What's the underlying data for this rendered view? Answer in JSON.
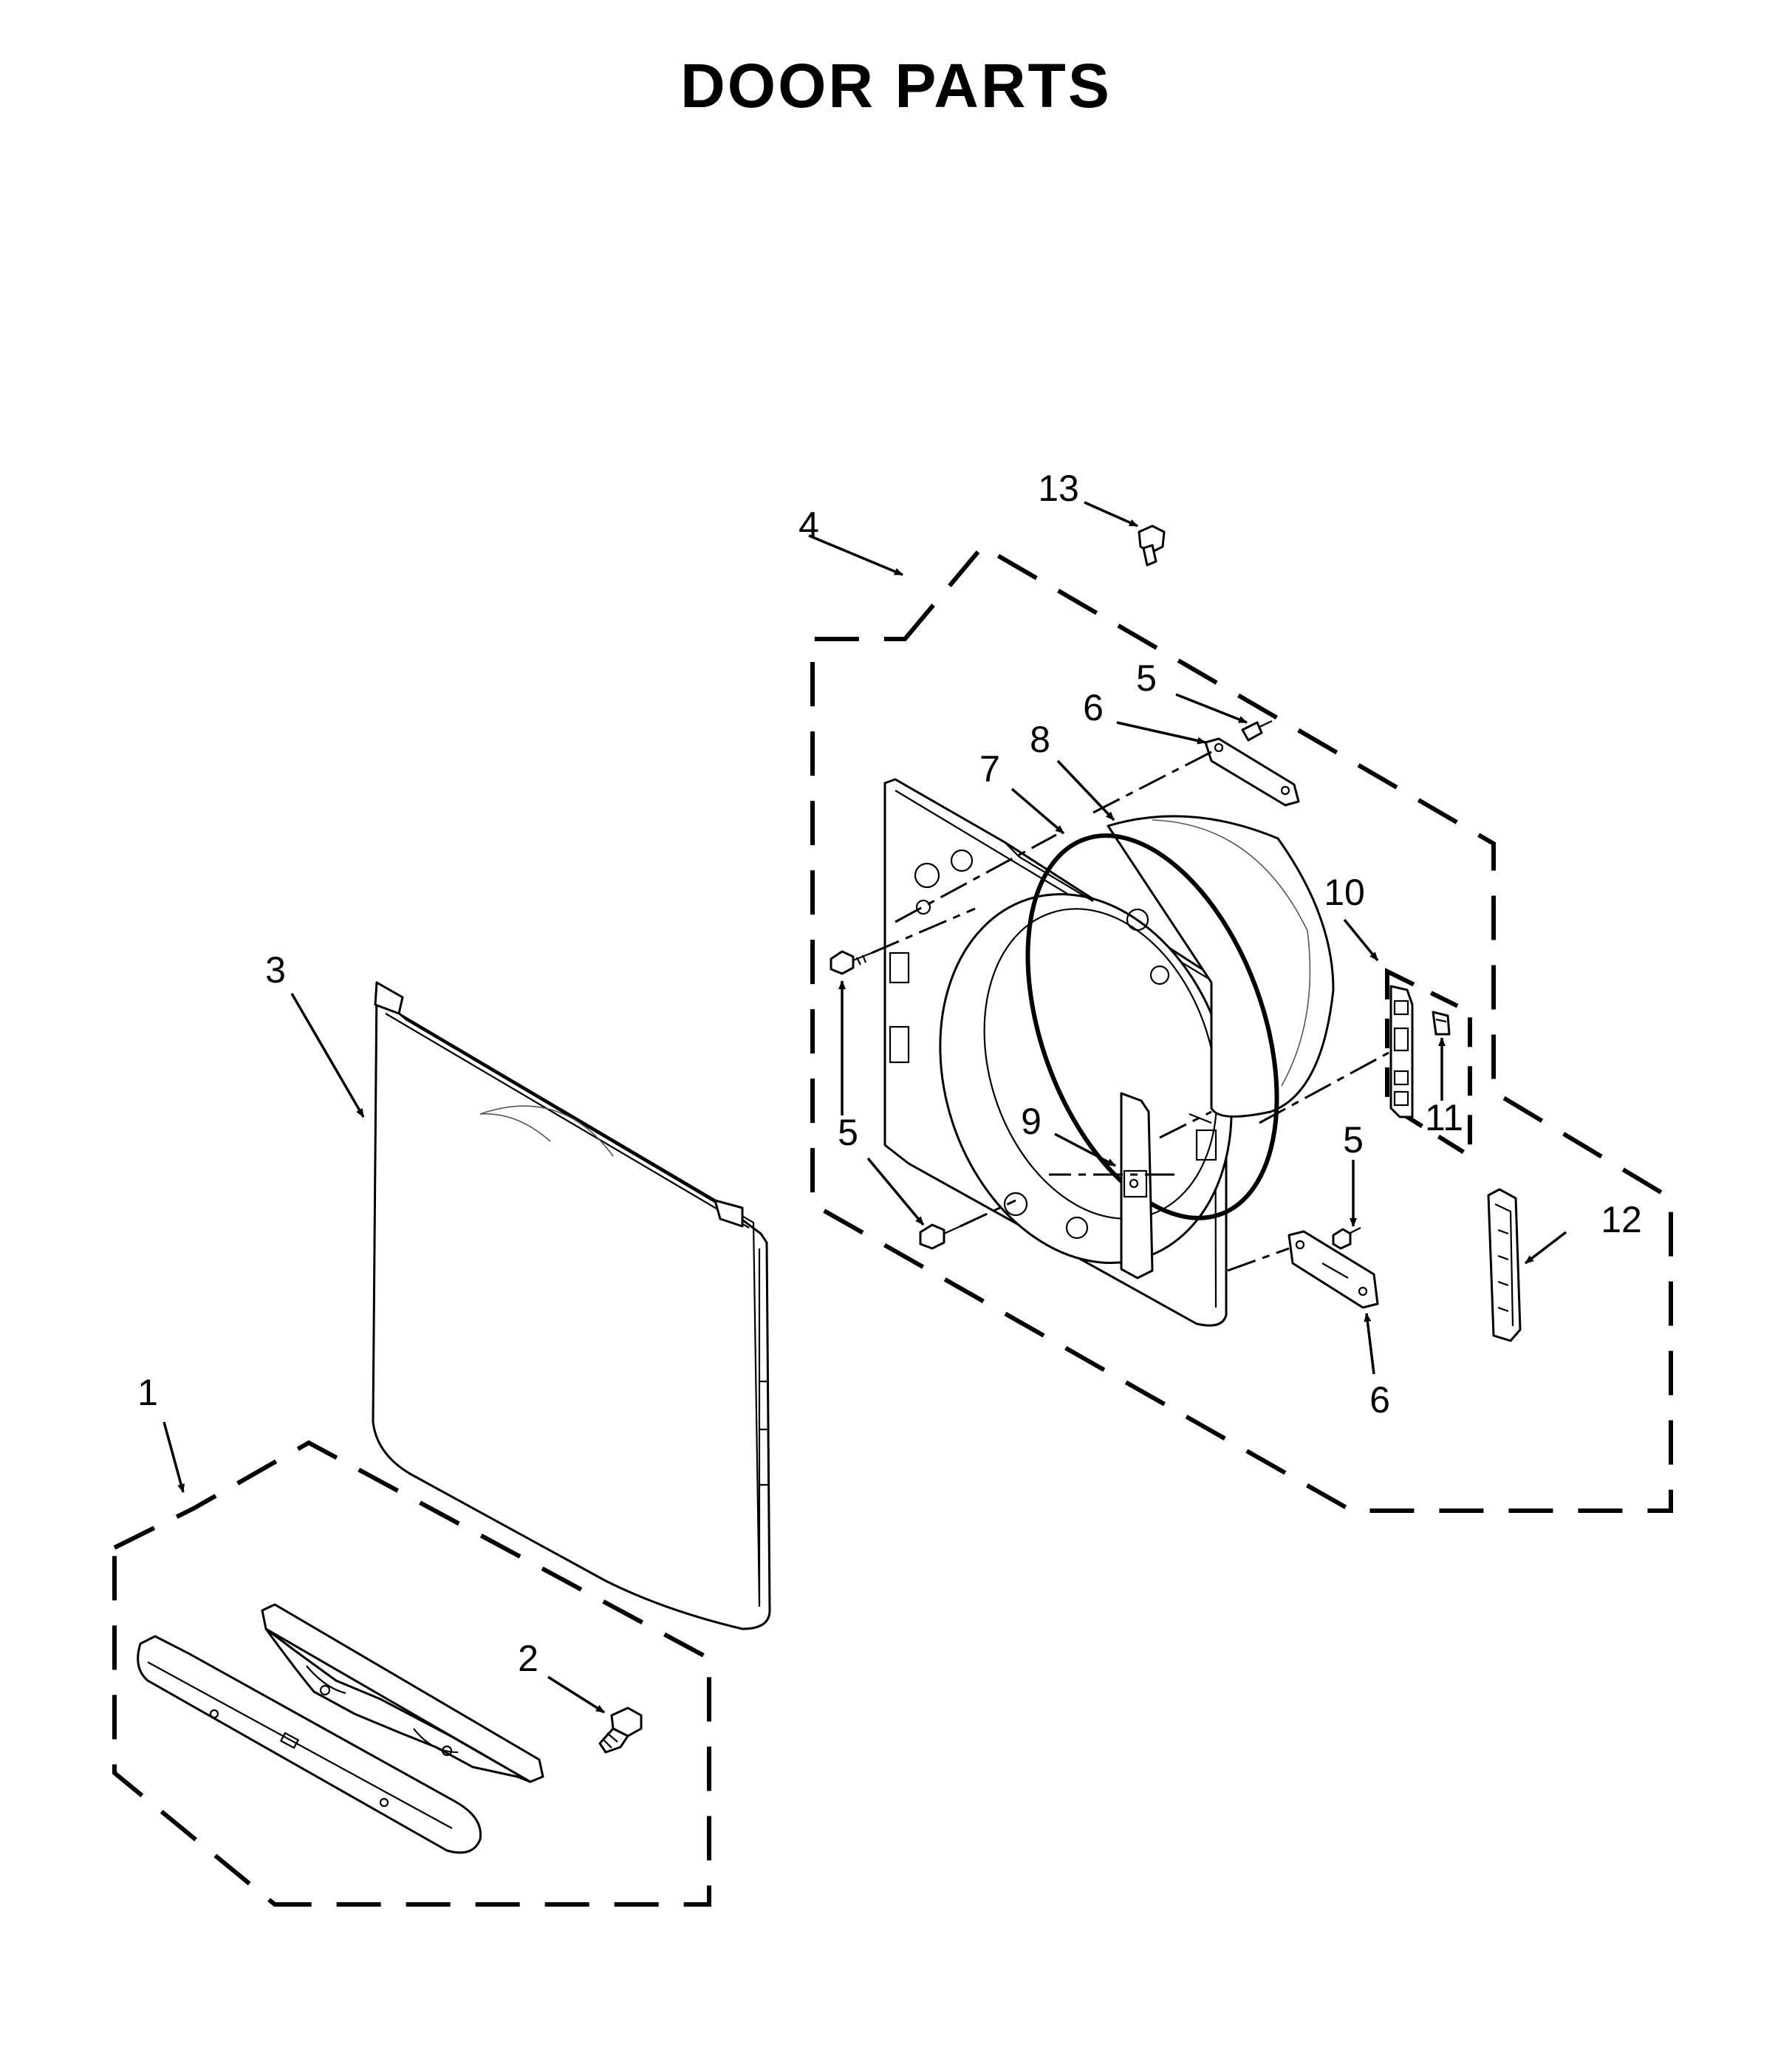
{
  "title": "DOOR PARTS",
  "callouts": {
    "c1": "1",
    "c2": "2",
    "c3": "3",
    "c4": "4",
    "c5a": "5",
    "c5b": "5",
    "c5c": "5",
    "c6a": "6",
    "c6b": "6",
    "c7": "7",
    "c8": "8",
    "c9": "9",
    "c10": "10",
    "c11": "11",
    "c12": "12",
    "c13": "13"
  },
  "colors": {
    "line": "#000000",
    "background": "#ffffff"
  }
}
